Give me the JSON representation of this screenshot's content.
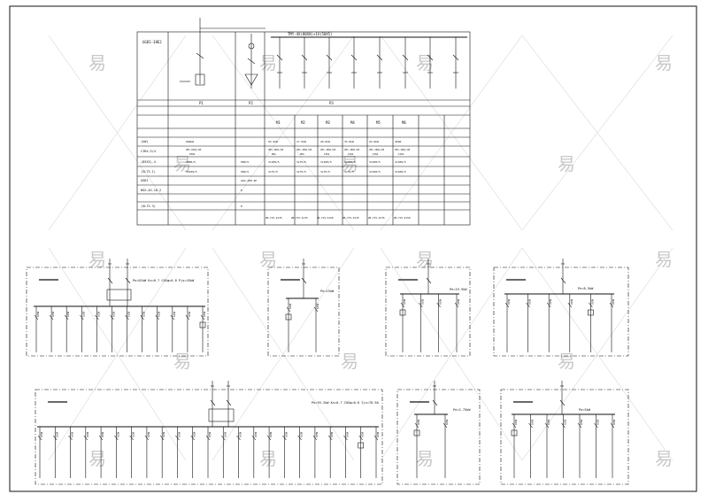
{
  "watermark": "易",
  "colors": {
    "line": "#111111",
    "background": "#ffffff",
    "watermark": "#c8c8c8"
  },
  "main_table": {
    "bus_label": "TMY-4X(80X8)+1X(50X5)",
    "col_headers": [
      "P1",
      "P2",
      "P3"
    ],
    "left_header": "GGD1-38E2",
    "cabinet_labels": [
      "M1",
      "M2",
      "M3",
      "M4",
      "M5",
      "M6"
    ],
    "row_labels": [
      "(kW)",
      "CIRX-3/4",
      "(DSX3)-4",
      "(SL73-1)",
      "GGD1",
      "BGX-4X-10-2",
      "(GL73-3)"
    ],
    "row_values": [
      [
        "660kW",
        "",
        "93.2kW",
        "17.5kW",
        "20.0kW",
        "33.0kW",
        "22.0kW",
        "45kW"
      ],
      [
        "CM1-630L/4P 630A",
        "",
        "CM1-100L/4P 80A",
        "CM1-100L/4P 80A",
        "CM1-100L/4P 125A",
        "CM1-100L/4P 125A",
        "CM1-100L/4P 125A",
        "CM1-100L/4P 125A"
      ],
      [
        "2000/5",
        "600/5",
        "3x100/5",
        "3x75/5",
        "3x100/5",
        "3x100/5",
        "3x100/5",
        "3x100/5"
      ],
      [
        "3x630/5",
        "600/5",
        "3x75/5",
        "3x75/5",
        "3x75/5",
        "3x75/5",
        "3x100/5",
        "3x100/5"
      ],
      [
        "",
        "GSA-400-4P",
        "",
        "",
        "",
        "",
        "",
        ""
      ],
      [
        "",
        "8",
        "",
        "",
        "",
        "",
        "",
        ""
      ],
      [
        "",
        "8",
        "",
        "",
        "",
        "",
        "",
        ""
      ]
    ],
    "cable_labels": [
      "ZR-YJV-4x35",
      "ZR-YJV-4x35",
      "ZR-YJV-4x50",
      "ZR-YJV-4x35",
      "ZR-YJV-4x35",
      "ZR-YJV-4x50"
    ]
  },
  "panels": [
    {
      "id": "panel-1",
      "label": "Pe=62kW Kx=0.7 COSφ=0.8 Pjs=43kW"
    },
    {
      "id": "panel-2",
      "label": "Pe=15kW"
    },
    {
      "id": "panel-3",
      "label": "Pe=19.5kW"
    },
    {
      "id": "panel-4",
      "label": "Pe=8.5kW"
    },
    {
      "id": "panel-5",
      "label": "Pe=93.2kW Kx=0.7 COSφ=0.8 Ijs=78.9A"
    },
    {
      "id": "panel-6",
      "label": "Pe=2.75kW"
    },
    {
      "id": "panel-7",
      "label": "Pe=5kW"
    }
  ]
}
